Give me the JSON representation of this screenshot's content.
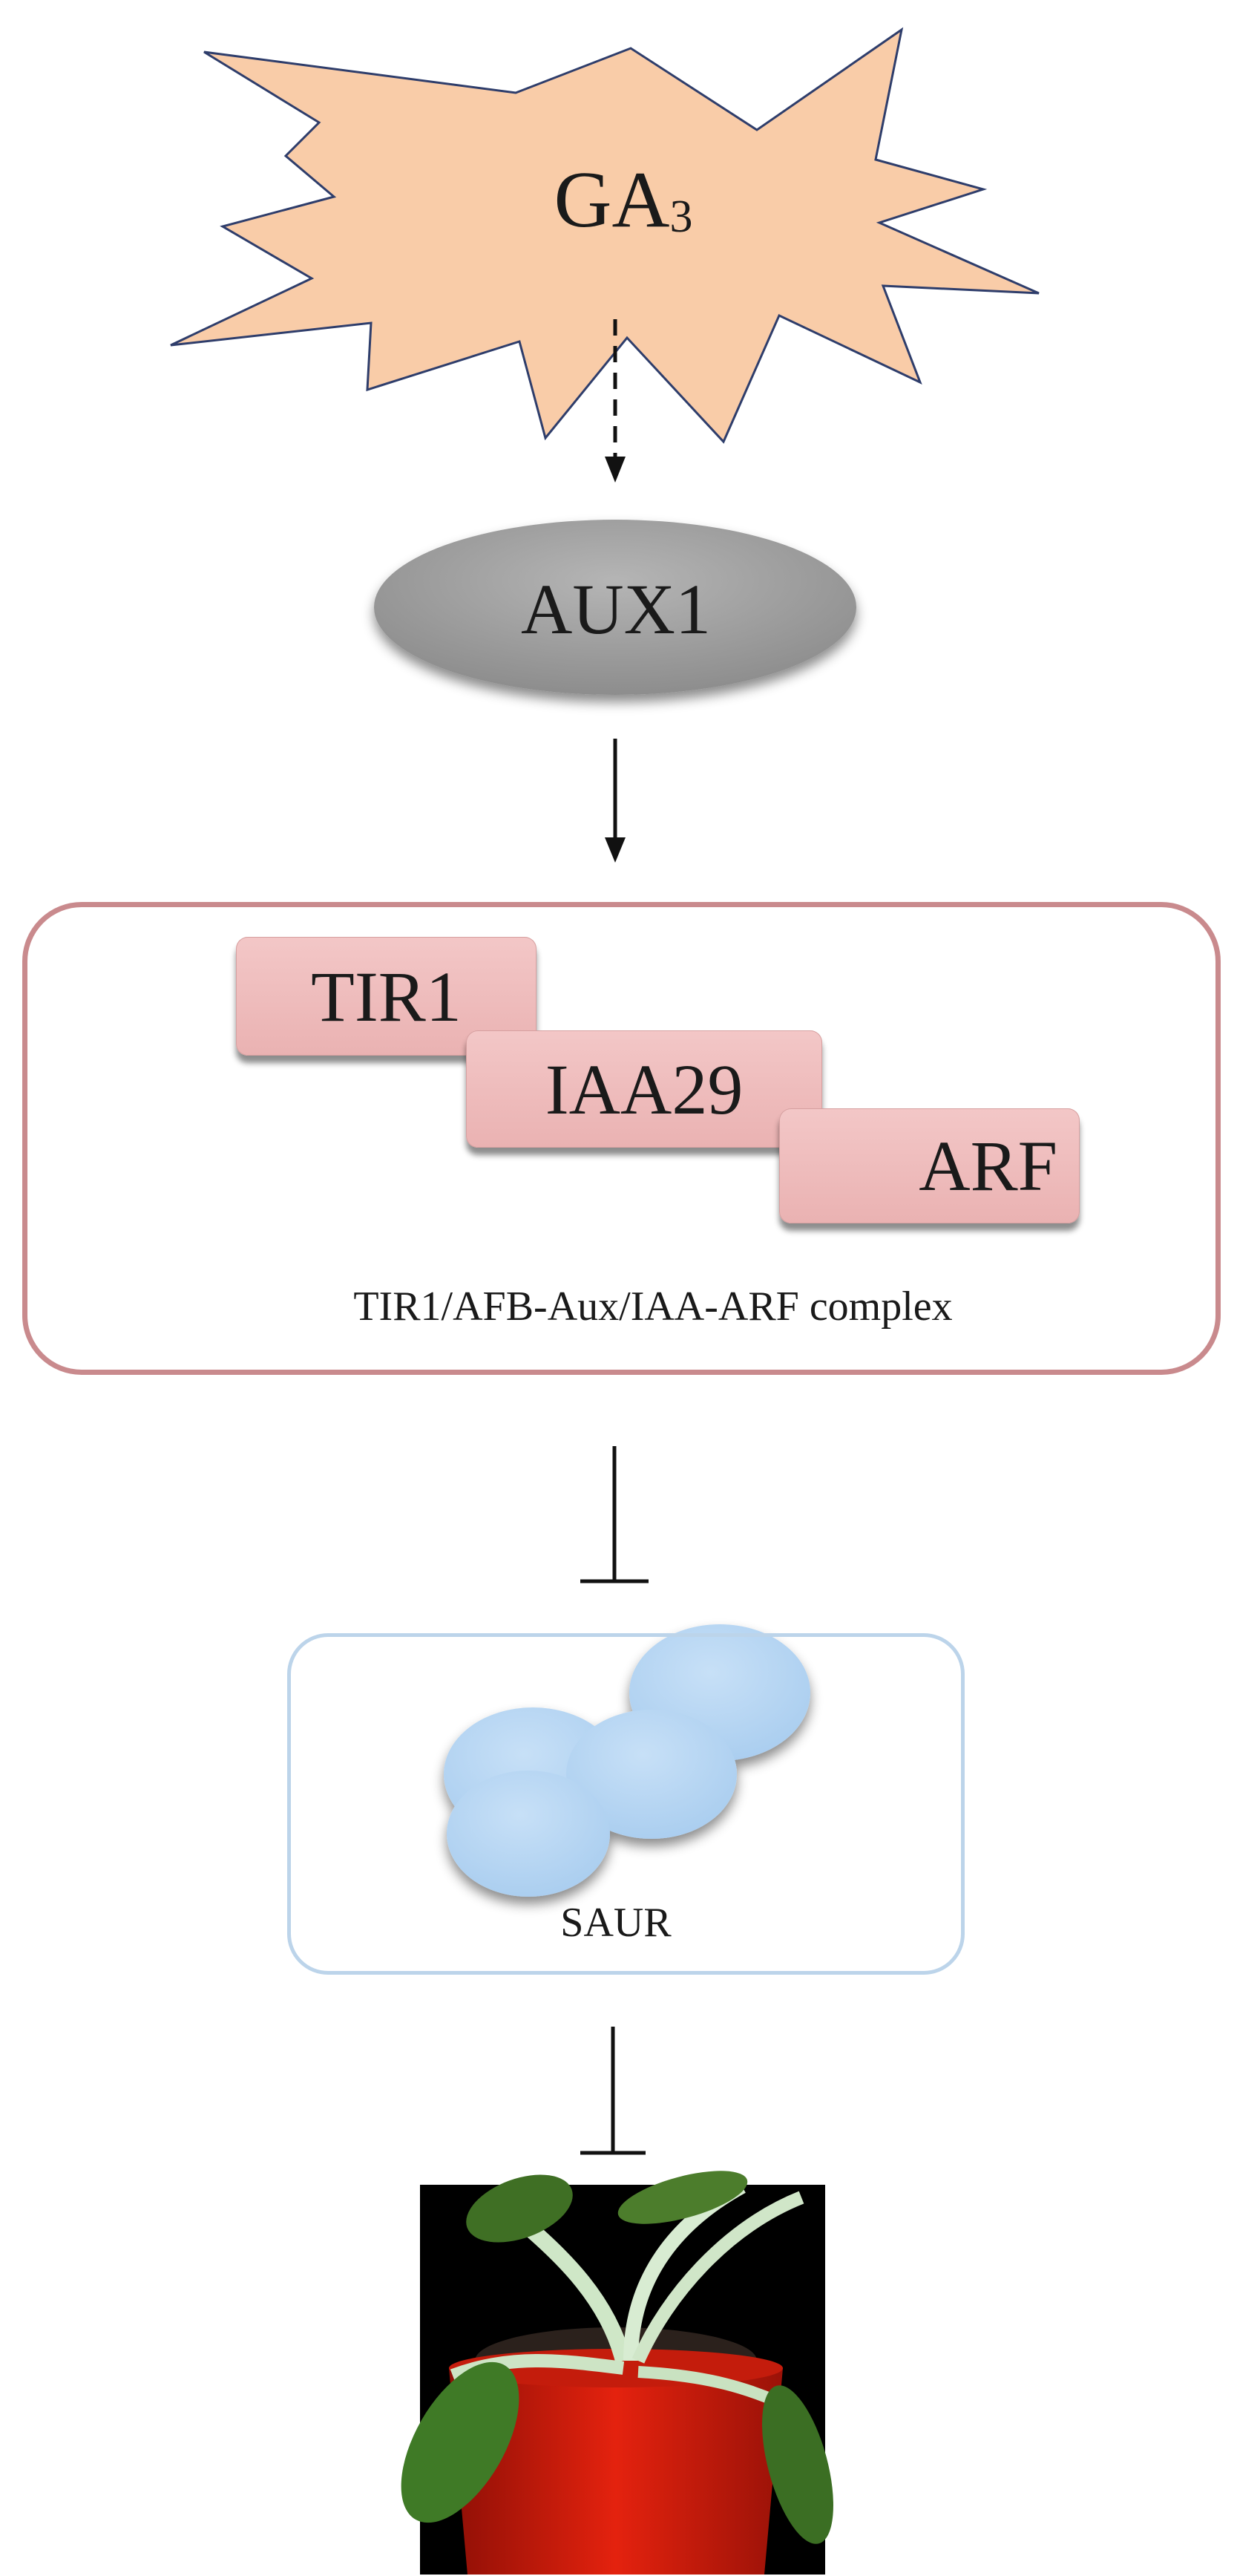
{
  "trigger": {
    "label": "GA",
    "subscript": "3"
  },
  "transporter": {
    "label": "AUX1"
  },
  "complex": {
    "proteins": [
      "TIR1",
      "IAA29",
      "ARF"
    ],
    "caption": "TIR1/AFB-Aux/IAA-ARF  complex"
  },
  "saur": {
    "caption": "SAUR"
  },
  "colors": {
    "starburst_fill": "#f9cca8",
    "starburst_stroke": "#2e3d6b",
    "aux1_fill": "#999999",
    "complex_border": "#c98a8d",
    "protein_fill": "#eeb9b9",
    "saur_border": "#bcd4ea",
    "saur_fill": "#b8d6f2"
  },
  "edges": [
    {
      "from": "GA3",
      "to": "AUX1",
      "style": "dashed-arrow"
    },
    {
      "from": "AUX1",
      "to": "complex",
      "style": "arrow"
    },
    {
      "from": "complex",
      "to": "SAUR",
      "style": "inhibition"
    },
    {
      "from": "SAUR",
      "to": "plant",
      "style": "inhibition"
    }
  ]
}
